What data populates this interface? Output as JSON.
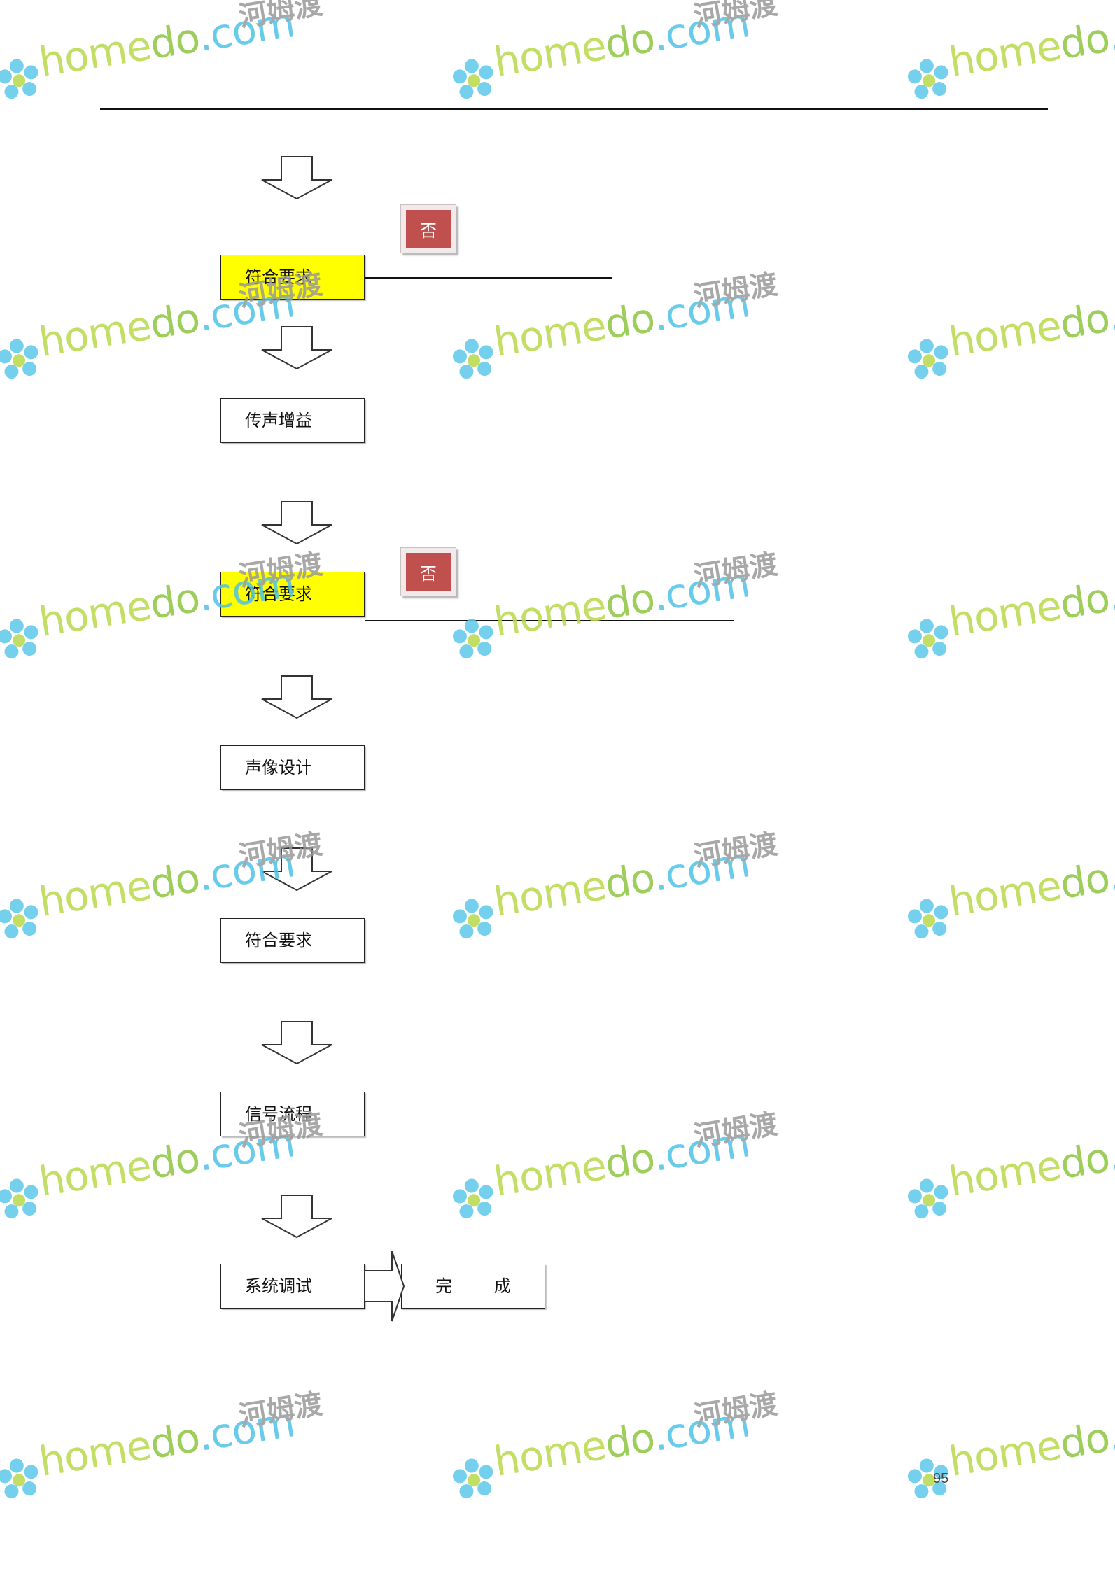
{
  "flowchart": {
    "steps": [
      {
        "label": "符合要求",
        "highlighted": true
      },
      {
        "label": "传声增益",
        "highlighted": false
      },
      {
        "label": "符合要求",
        "highlighted": true
      },
      {
        "label": "声像设计",
        "highlighted": false
      },
      {
        "label": "符合要求",
        "highlighted": false
      },
      {
        "label": "信号流程",
        "highlighted": false
      },
      {
        "label": "系统调试",
        "highlighted": false
      }
    ],
    "end_label": "完  成",
    "reject_labels": [
      "否",
      "否"
    ]
  },
  "watermark": {
    "text_part1": "home",
    "text_part2": "do",
    "text_part3": ".com",
    "text_cn": "河姆渡",
    "icon": "flower-logo-icon"
  },
  "page_number": "95",
  "colors": {
    "highlight": "#ffff00",
    "reject_button": "#c0504d",
    "watermark_green": "#8cc63f",
    "watermark_blue": "#4fc3e8"
  }
}
